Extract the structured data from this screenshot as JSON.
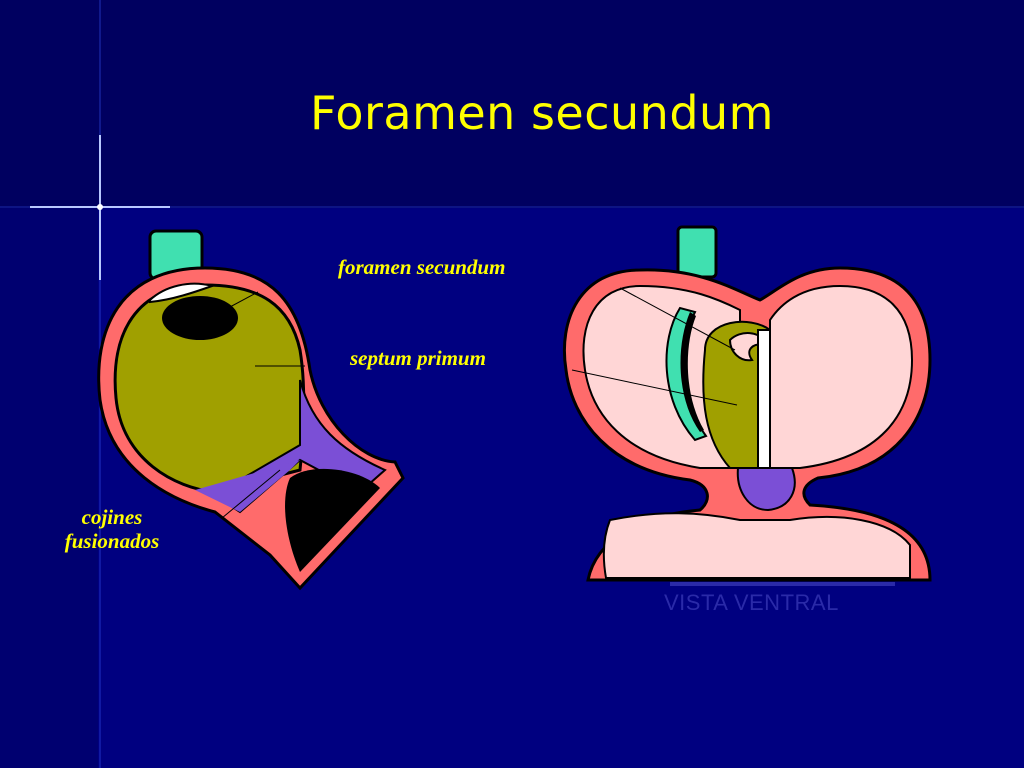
{
  "slide": {
    "title": "Foramen secundum"
  },
  "labels": {
    "foramen_secundum": "foramen secundum",
    "septum_primum": "septum primum",
    "cojines_line1": "cojines",
    "cojines_line2": "fusionados",
    "view_caption": "VISTA VENTRAL"
  },
  "colors": {
    "background": "#000080",
    "title": "#ffff00",
    "label": "#ffff00",
    "heart_wall": "#ff6b6b",
    "septum": "#a0a000",
    "cushion": "#7b4fd6",
    "vessel": "#40e0b0",
    "atrium_fill": "#ffd6d6"
  }
}
